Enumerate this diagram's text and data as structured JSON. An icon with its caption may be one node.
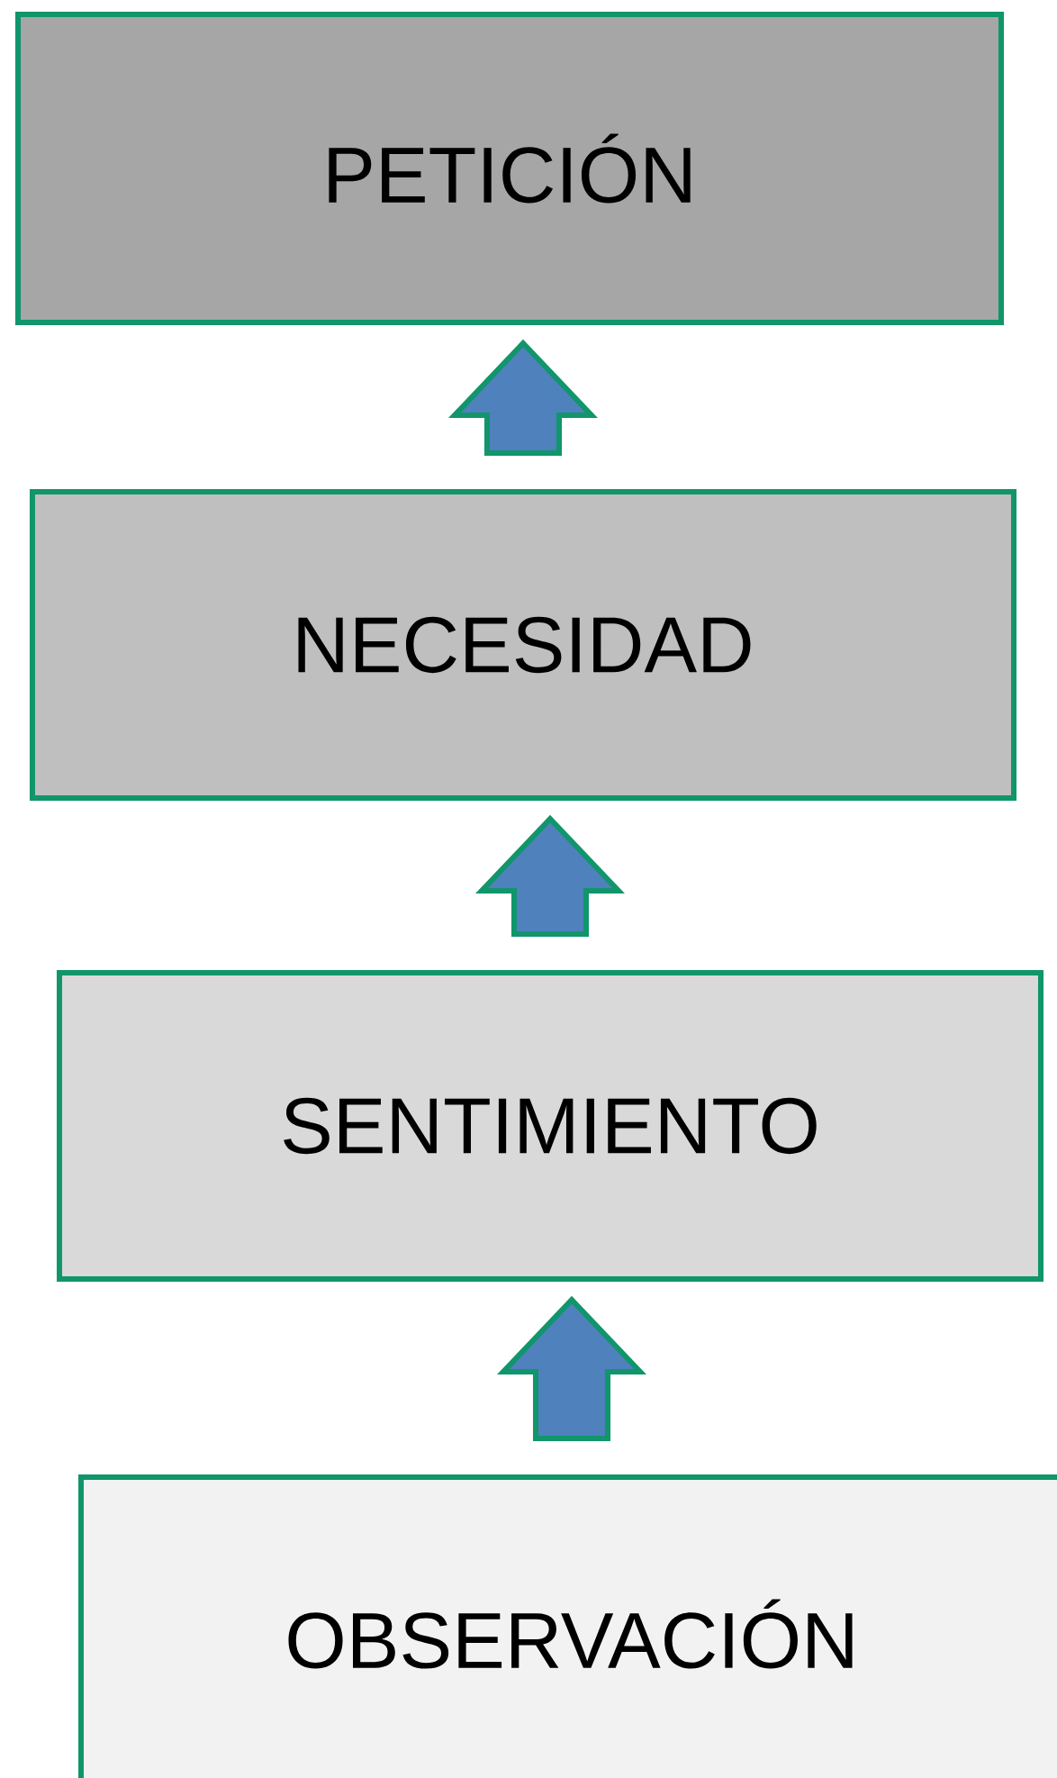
{
  "diagram": {
    "nodes": [
      {
        "text": [
          "PETICIÓN"
        ]
      },
      {
        "text": [
          "NECESIDAD"
        ]
      },
      {
        "text": [
          "SENTIMIENTO"
        ]
      },
      {
        "text": [
          "OBSERVACIÓN"
        ]
      }
    ],
    "edges": [
      {
        "from": 3,
        "to": 2,
        "arrow": "to"
      },
      {
        "from": 2,
        "to": 1,
        "arrow": "to"
      },
      {
        "from": 1,
        "to": 0,
        "arrow": "to"
      }
    ]
  }
}
